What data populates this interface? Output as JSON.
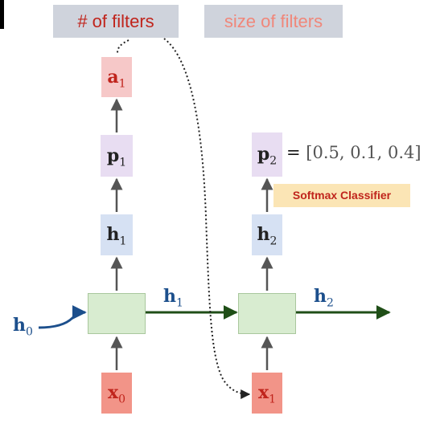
{
  "tags": {
    "num_filters": "# of filters",
    "size_filters": "size of filters"
  },
  "nodes": {
    "a1": {
      "base": "a",
      "sub": "1"
    },
    "p1": {
      "base": "p",
      "sub": "1"
    },
    "h1_up": {
      "base": "h",
      "sub": "1"
    },
    "p2": {
      "base": "p",
      "sub": "2"
    },
    "h2_up": {
      "base": "h",
      "sub": "2"
    },
    "x0": {
      "base": "x",
      "sub": "0"
    },
    "x1": {
      "base": "x",
      "sub": "1"
    }
  },
  "labels": {
    "h0": {
      "base": "h",
      "sub": "0"
    },
    "h1_flow": {
      "base": "h",
      "sub": "1"
    },
    "h2_flow": {
      "base": "h",
      "sub": "2"
    }
  },
  "softmax_label": "Softmax Classifier",
  "probability": {
    "eq": "=",
    "values": "[0.5, 0.1, 0.4]"
  },
  "colors": {
    "tag_bg": "#cfd3dc",
    "num_filters_text": "#c0241c",
    "size_filters_text": "#f0877a",
    "a_box": "#f6c8c8",
    "p_box": "#e8ddf2",
    "h_box": "#d6e1f3",
    "x_box": "#f29488",
    "cell_box": "#d8ecd0",
    "flow_arrow": "#1f4e17",
    "label_blue": "#1c4f8c",
    "softmax_bg": "#fbe5b5"
  }
}
